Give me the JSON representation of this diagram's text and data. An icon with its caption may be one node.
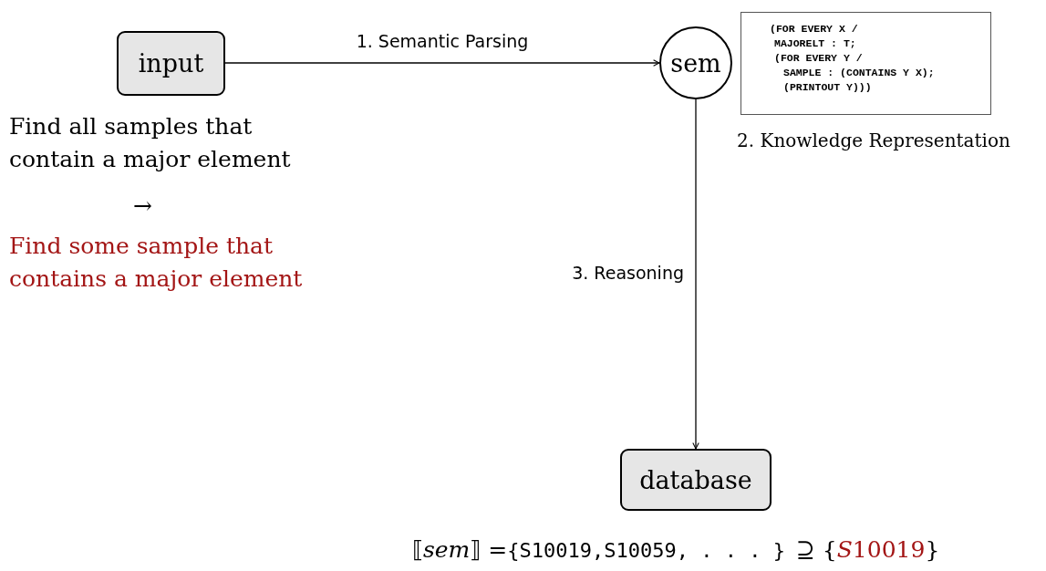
{
  "diagram": {
    "nodes": [
      {
        "text": [
          "input"
        ]
      },
      {
        "text": [
          "sem"
        ]
      },
      {
        "text": [
          "(FOR EVERY X /",
          "MAJORELT : T;",
          "(FOR EVERY Y /",
          "SAMPLE : (CONTAINS Y X);",
          "(PRINTOUT Y)))"
        ],
        "beside": [
          "2. Knowledge Representation"
        ]
      },
      {
        "text": [
          "database"
        ]
      }
    ],
    "edges": [
      {
        "from": 0,
        "to": 1,
        "arrow": "to",
        "label": "1. Semantic Parsing"
      },
      {
        "from": 1,
        "to": 3,
        "arrow": "to",
        "label": "3. Reasoning"
      }
    ],
    "labels": [
      "Find all samples that contain a major element",
      "→",
      "Find some sample that contains a major element",
      "⟦*sem*⟧ =",
      "{S10019,S10059, . . . }",
      "⊇ {",
      "S",
      "10019",
      "}"
    ]
  }
}
